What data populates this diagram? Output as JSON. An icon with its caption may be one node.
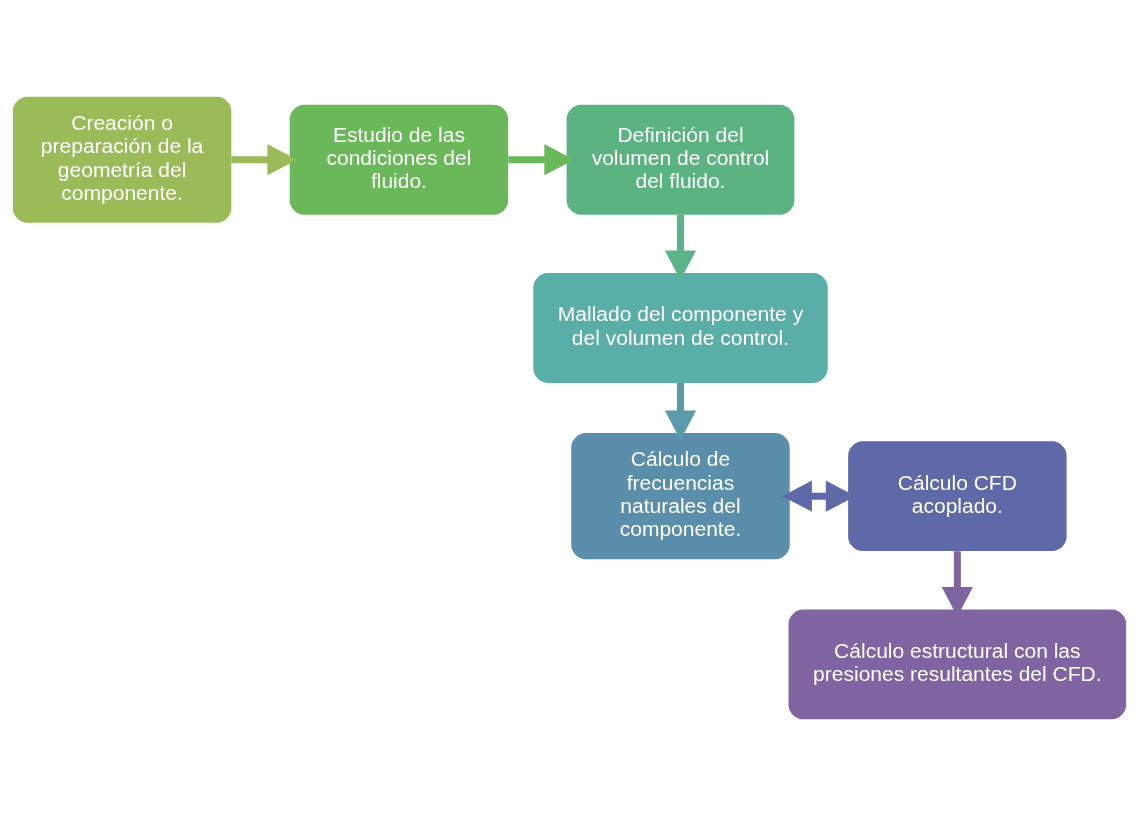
{
  "diagram": {
    "nodes": [
      {
        "text": [
          "Creación o preparación de la geometría del componente."
        ]
      },
      {
        "text": [
          "Estudio de las condiciones del fluido."
        ]
      },
      {
        "text": [
          "Definición del volumen de control del fluido."
        ]
      },
      {
        "text": [
          "Mallado del componente y del volumen de control."
        ]
      },
      {
        "text": [
          "Cálculo de frecuencias naturales del componente."
        ]
      },
      {
        "text": [
          "Cálculo CFD acoplado."
        ]
      },
      {
        "text": [
          "Cálculo estructural con las presiones resultantes del CFD."
        ]
      }
    ],
    "edges": [
      {
        "from": 0,
        "to": 1,
        "arrow": "to",
        "color": "#9bbb59"
      },
      {
        "from": 1,
        "to": 2,
        "arrow": "to",
        "color": "#6ab85a"
      },
      {
        "from": 2,
        "to": 3,
        "arrow": "to",
        "color": "#5cb38a"
      },
      {
        "from": 3,
        "to": 4,
        "arrow": "to",
        "color": "#5b9aab"
      },
      {
        "from": 4,
        "to": 5,
        "arrow": "both",
        "color": "#6069a7"
      },
      {
        "from": 5,
        "to": 6,
        "arrow": "to",
        "color": "#7f64a2"
      }
    ]
  }
}
